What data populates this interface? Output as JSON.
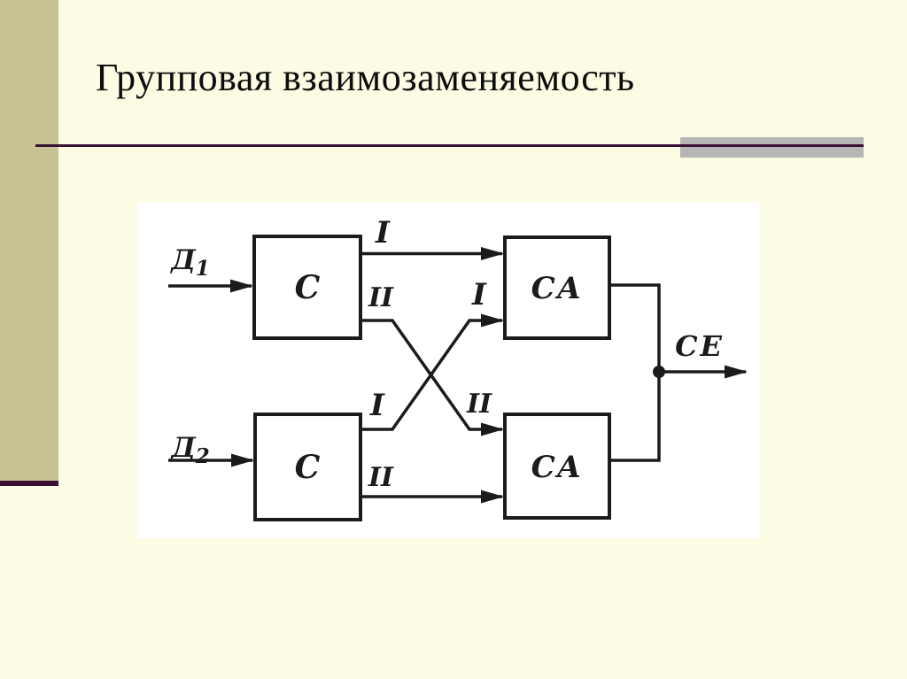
{
  "header": {
    "title": "Групповая взаимозаменяемость"
  },
  "diagram": {
    "inputs": {
      "d1": {
        "base": "Д",
        "sub": "1"
      },
      "d2": {
        "base": "Д",
        "sub": "2"
      }
    },
    "blocks": {
      "c1": "С",
      "c2": "С",
      "ca1": "СА",
      "ca2": "СА"
    },
    "channel_labels": {
      "c1_out_i": "I",
      "c1_out_ii": "II",
      "c2_out_i": "I",
      "c2_out_ii": "II",
      "ca1_in_i": "I",
      "ca2_in_ii": "II"
    },
    "output": {
      "ce": "СЕ"
    }
  },
  "colors": {
    "background": "#fcfbe3",
    "sidebar": "#c7c293",
    "divider_rule": "#3a1134",
    "accent_bar": "#b6b6b6",
    "panel": "#ffffff",
    "ink": "#1b1b1b",
    "title_text": "#0d0d0d"
  }
}
